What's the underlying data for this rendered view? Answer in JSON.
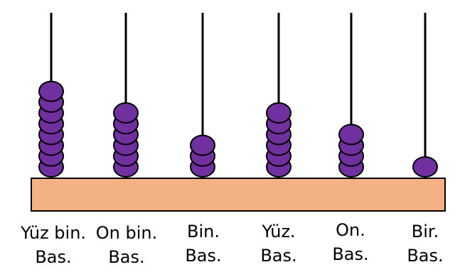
{
  "abacus": {
    "columns": [
      {
        "label_line1": "Yüz bin.",
        "label_line2": "Bas.",
        "beads": 8
      },
      {
        "label_line1": "On bin.",
        "label_line2": "Bas.",
        "beads": 6
      },
      {
        "label_line1": "Bin.",
        "label_line2": "Bas.",
        "beads": 3
      },
      {
        "label_line1": "Yüz.",
        "label_line2": "Bas.",
        "beads": 6
      },
      {
        "label_line1": "On.",
        "label_line2": "Bas.",
        "beads": 4
      },
      {
        "label_line1": "Bir.",
        "label_line2": "Bas.",
        "beads": 1
      }
    ],
    "colors": {
      "bead_fill": "#7030A0",
      "bead_stroke": "#000000",
      "rod": "#000000",
      "frame_fill": "#F4B183",
      "frame_stroke": "#000000"
    }
  }
}
